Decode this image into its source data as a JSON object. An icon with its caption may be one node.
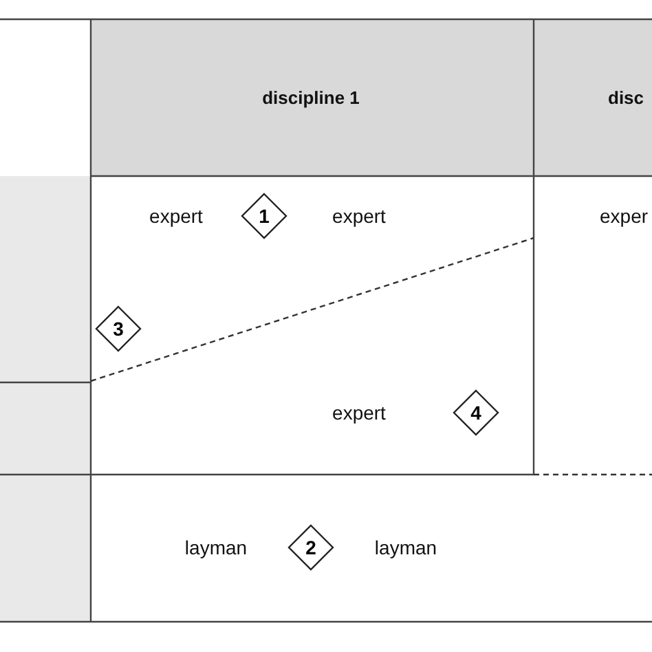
{
  "diagram": {
    "nodes": [
      {
        "text": [
          "1"
        ]
      },
      {
        "text": [
          "3"
        ]
      },
      {
        "text": [
          "4"
        ]
      },
      {
        "text": [
          "2"
        ]
      }
    ],
    "labels": [
      "discipline 1",
      "disc",
      "expert",
      "expert",
      "exper",
      "expert",
      "layman",
      "layman"
    ]
  }
}
